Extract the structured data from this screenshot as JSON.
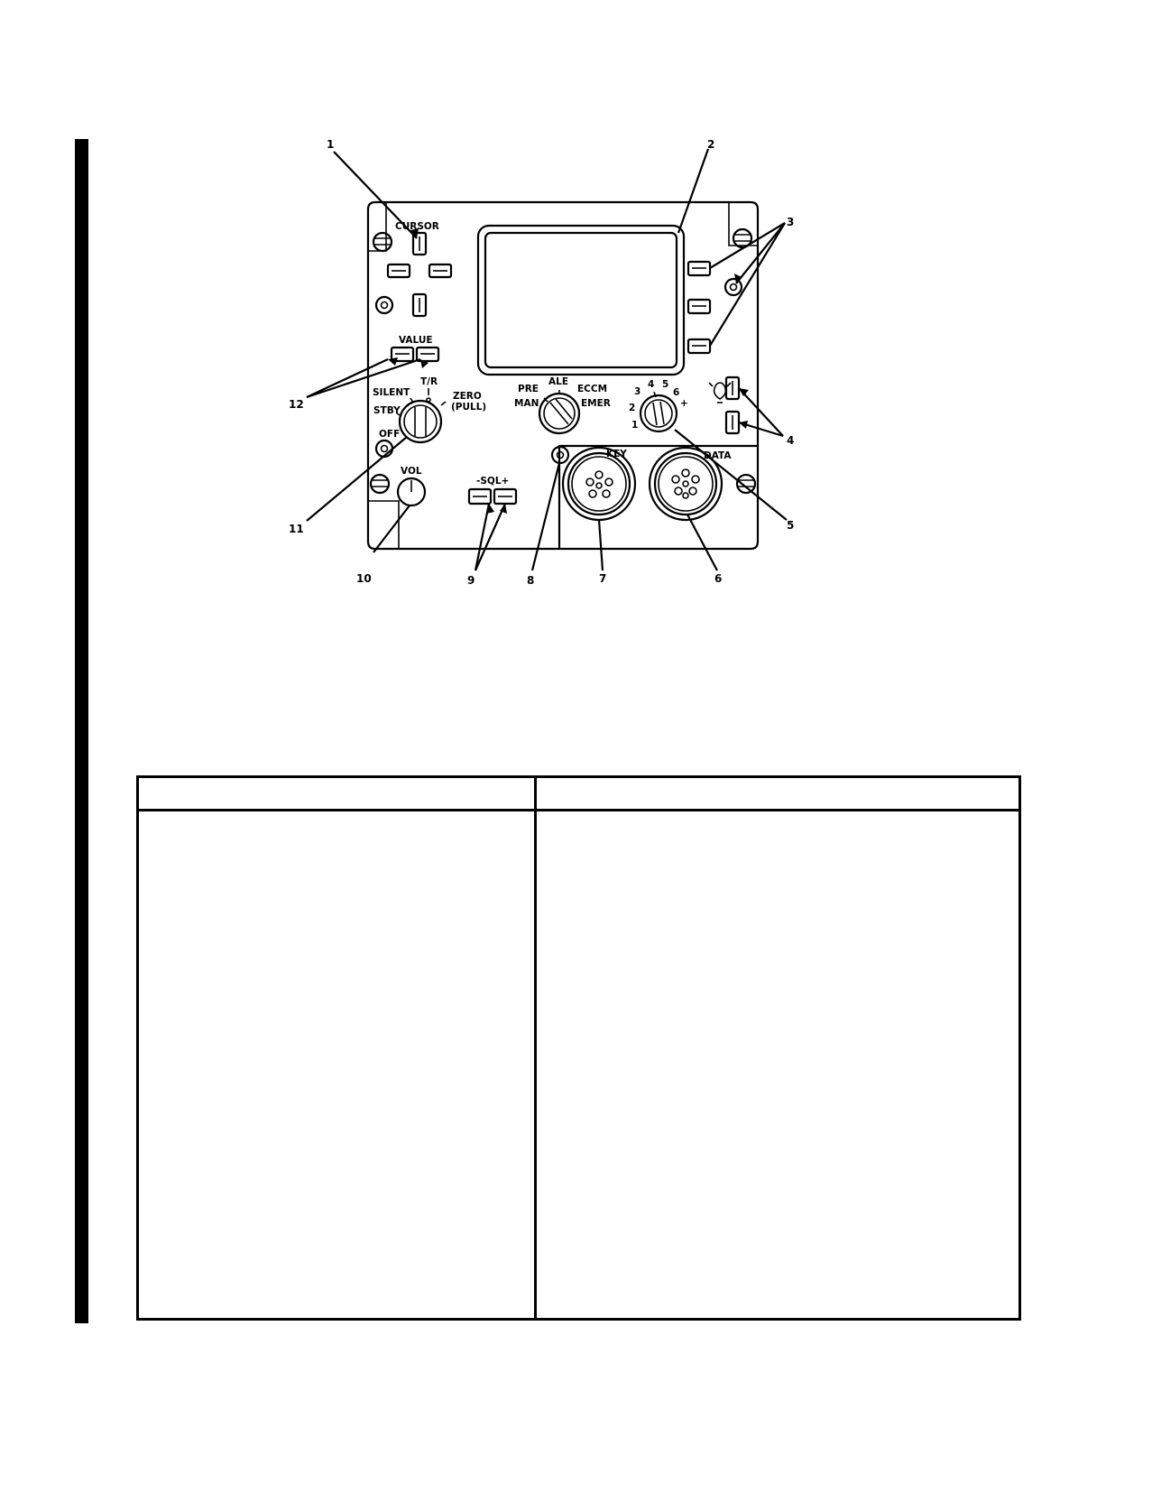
{
  "figure": {
    "panel_labels": {
      "cursor": "CURSOR",
      "value": "VALUE",
      "sql": "-SQL+",
      "vol": "VOL",
      "key": "KEY",
      "data": "DATA"
    },
    "mode_switch_positions": {
      "t_r": "T/R",
      "silent": "SILENT",
      "zero": "ZERO",
      "pull": "(PULL)",
      "stby": "STBY",
      "off": "OFF"
    },
    "function_switch_positions": {
      "ale": "ALE",
      "pre": "PRE",
      "eccm": "ECCM",
      "man": "MAN",
      "emer": "EMER"
    },
    "channel_switch_positions": {
      "p1": "1",
      "p2": "2",
      "p3": "3",
      "p4": "4",
      "p5": "5",
      "p6": "6",
      "plus": "+"
    },
    "callouts": {
      "c1": "1",
      "c2": "2",
      "c3": "3",
      "c4": "4",
      "c5": "5",
      "c6": "6",
      "c7": "7",
      "c8": "8",
      "c9": "9",
      "c10": "10",
      "c11": "11",
      "c12": "12"
    }
  },
  "table": {
    "headers": [
      "",
      ""
    ]
  }
}
